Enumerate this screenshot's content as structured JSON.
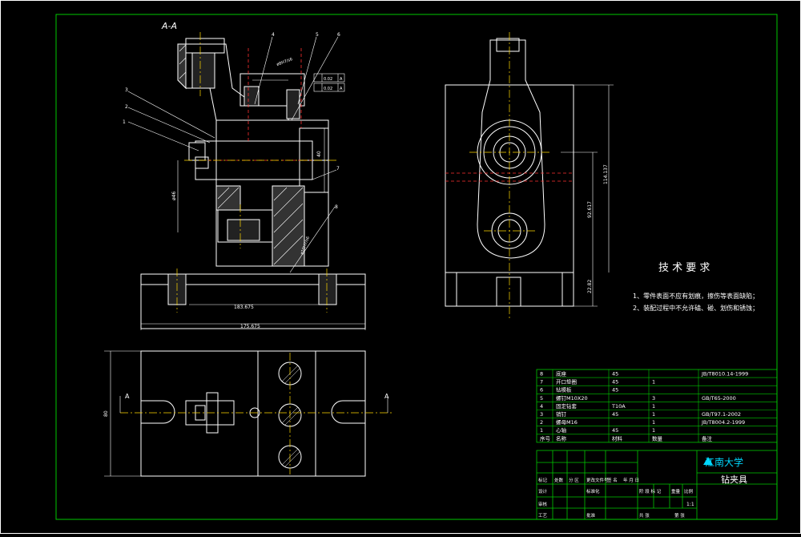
{
  "section_label": "A-A",
  "tech": {
    "title": "技 术 要 求",
    "items": [
      "1、零件表面不应有划痕，擦伤等表面缺陷；",
      "2、装配过程中不允许磕、碰、划伤和锈蚀；"
    ]
  },
  "dims": {
    "d1": "183.675",
    "d2": "175.675",
    "d3": "40",
    "d4": "ø46",
    "d5": "ø10H7/s6",
    "d6": "114.137",
    "d7": "92.617",
    "d8": "22.82",
    "d9": "80",
    "d10": "ø8H7/s6",
    "d11": "0.02",
    "d12": "0.02",
    "d13": "A",
    "d14": "A"
  },
  "balloons": [
    "4",
    "5",
    "6",
    "3",
    "2",
    "1",
    "7",
    "8"
  ],
  "view_labels": {
    "left": "A",
    "right": "A"
  },
  "bom": {
    "rows": [
      {
        "no": "8",
        "name": "底座",
        "material": "45",
        "qty": "",
        "note": "JB/T8010.14-1999"
      },
      {
        "no": "7",
        "name": "开口垫圈",
        "material": "45",
        "qty": "1",
        "note": ""
      },
      {
        "no": "6",
        "name": "钻模板",
        "material": "45",
        "qty": "",
        "note": ""
      },
      {
        "no": "5",
        "name": "螺钉M10X20",
        "material": "",
        "qty": "3",
        "note": "GB/T65-2000"
      },
      {
        "no": "4",
        "name": "固定钻套",
        "material": "T10A",
        "qty": "1",
        "note": ""
      },
      {
        "no": "3",
        "name": "销钉",
        "material": "45",
        "qty": "1",
        "note": "GB/T97.1-2002"
      },
      {
        "no": "2",
        "name": "螺母M16",
        "material": "",
        "qty": "1",
        "note": "JB/T8004.2-1999"
      },
      {
        "no": "1",
        "name": "心轴",
        "material": "45",
        "qty": "1",
        "note": ""
      }
    ],
    "header": {
      "no": "序号",
      "name": "名称",
      "material": "材料",
      "qty": "数量",
      "note": "备注"
    }
  },
  "titleblock": {
    "school": "江南大学",
    "drawing_name": "钻夹具",
    "labels": [
      "标记",
      "处数",
      "分 区",
      "更改文件号",
      "签 名",
      "年 月 日",
      "设计",
      "标准化",
      "阶 段 标 记",
      "重量",
      "比例",
      "审核",
      "工艺",
      "批准",
      "共 张",
      "第 张"
    ],
    "scale": "1:1"
  },
  "colors": {
    "frame": "#00c800",
    "line": "#ffffff",
    "hidden": "#ff3030",
    "center": "#ffd800"
  }
}
